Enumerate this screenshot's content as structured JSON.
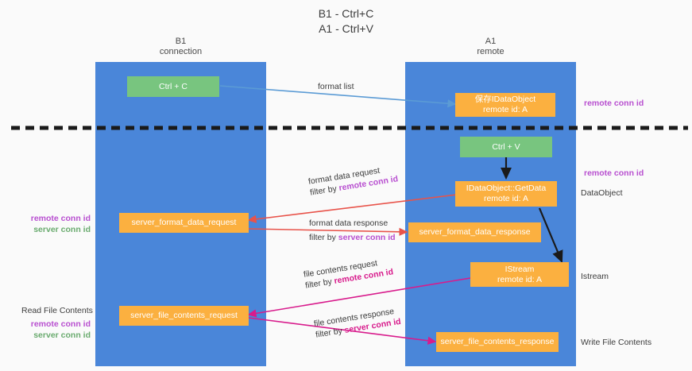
{
  "title": "B1 - Ctrl+C\nA1 - Ctrl+V",
  "lanes": [
    {
      "id": "b1",
      "header": "B1\nconnection",
      "color": "#4a86d9"
    },
    {
      "id": "a1",
      "header": "A1\nremote",
      "color": "#4a86d9"
    }
  ],
  "colors": {
    "lane": "#4a86d9",
    "node_green": "#78c57f",
    "node_orange": "#fbb040",
    "accent_purple": "#b84fd0",
    "accent_green": "#6aab6f",
    "accent_magenta": "#d81b8c",
    "arrow_blue": "#5b9bd5",
    "arrow_red": "#e8534a",
    "arrow_black": "#1a1a1a",
    "divider": "#1a1a1a",
    "background": "#fafafa"
  },
  "nodes": {
    "ctrl_c": "Ctrl + C",
    "ctrl_v": "Ctrl + V",
    "save_idataobject": "保存IDataObject\nremote id: A",
    "getdata": "IDataObject::GetData\nremote id: A",
    "istream": "IStream\nremote id: A",
    "server_format_data_request": "server_format_data_request",
    "server_format_data_response": "server_format_data_response",
    "server_file_contents_request": "server_file_contents_request",
    "server_file_contents_response": "server_file_contents_response"
  },
  "edge_labels": {
    "format_list": "format list",
    "format_data_request_l1": "format data request",
    "format_data_request_l2_pre": "filter by ",
    "format_data_request_l2_hl": "remote conn id",
    "format_data_response_l1": "format data response",
    "format_data_response_l2_pre": "filter by ",
    "format_data_response_l2_hl": "server conn id",
    "file_contents_request_l1": "file contents request",
    "file_contents_request_l2_pre": "filter by ",
    "file_contents_request_l2_hl": "remote conn id",
    "file_contents_response_l1": "file contents response",
    "file_contents_response_l2_pre": "filter by ",
    "file_contents_response_l2_hl": "server conn id"
  },
  "right_labels": {
    "remote_conn_id_top": "remote conn id",
    "remote_conn_id_mid": "remote conn id",
    "data_object": "DataObject",
    "istream": "Istream",
    "write_file_contents": "Write File Contents"
  },
  "left_labels": {
    "ids_mid_purple": "remote conn id",
    "ids_mid_green": "server conn id",
    "read_file_contents": "Read File Contents",
    "ids_bottom_purple": "remote conn id",
    "ids_bottom_green": "server conn id"
  }
}
